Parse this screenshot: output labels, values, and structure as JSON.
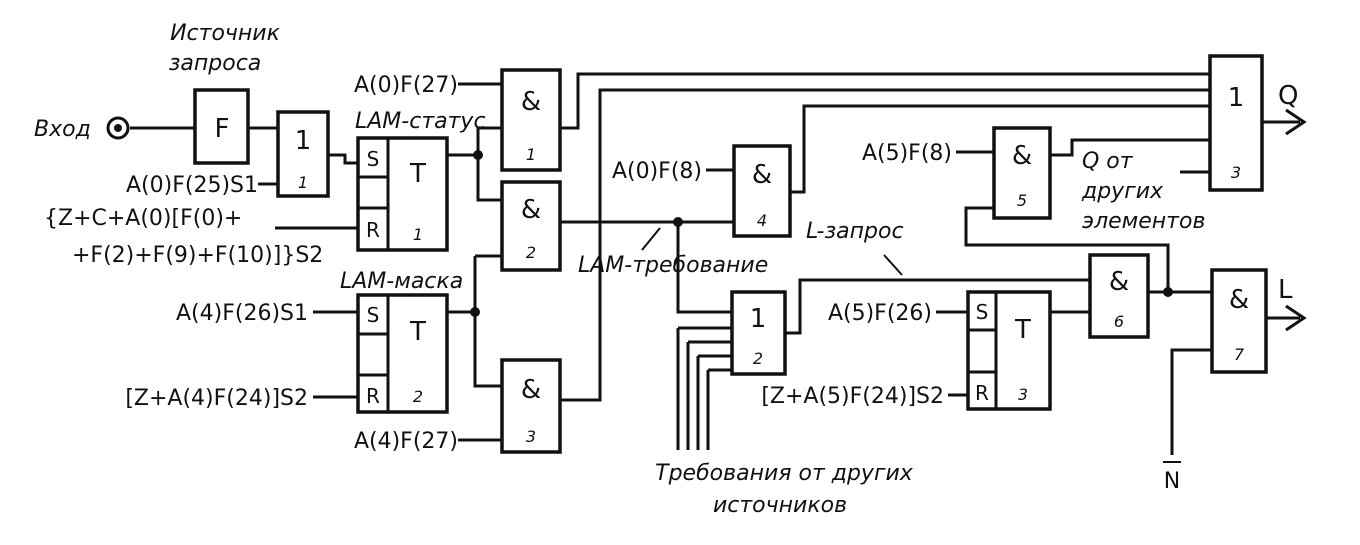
{
  "labels": {
    "source_line1": "Источник",
    "source_line2": "запроса",
    "input": "Вход",
    "a0f27": "A(0)F(27)",
    "lam_status": "LAM-статус",
    "a0f25s1": "A(0)F(25)S1",
    "clear_line1": "{Z+C+A(0)[F(0)+",
    "clear_line2": "+F(2)+F(9)+F(10)]}S2",
    "lam_mask": "LAM-маска",
    "a4f26s1": "A(4)F(26)S1",
    "z_a4f24": "[Z+A(4)F(24)]S2",
    "a4f27": "A(4)F(27)",
    "a0f8": "A(0)F(8)",
    "lam_demand": "LAM-требование",
    "a5f8": "A(5)F(8)",
    "q_from_line1": "Q от",
    "q_from_line2": "других",
    "q_from_line3": "элементов",
    "l_request": "L-запрос",
    "a5f26": "A(5)F(26)",
    "z_a5f24": "[Z+A(5)F(24)]S2",
    "demands_line1": "Требования от других",
    "demands_line2": "источников",
    "out_q": "Q",
    "out_l": "L",
    "n_bar": "N"
  },
  "blocks": {
    "f": {
      "symbol": "F"
    },
    "or1": {
      "symbol": "1",
      "index": "1"
    },
    "t1": {
      "symbol": "T",
      "index": "1",
      "s": "S",
      "r": "R"
    },
    "t2": {
      "symbol": "T",
      "index": "2",
      "s": "S",
      "r": "R"
    },
    "and1": {
      "symbol": "&",
      "index": "1"
    },
    "and2": {
      "symbol": "&",
      "index": "2"
    },
    "and3": {
      "symbol": "&",
      "index": "3"
    },
    "and4": {
      "symbol": "&",
      "index": "4"
    },
    "or2": {
      "symbol": "1",
      "index": "2"
    },
    "and5": {
      "symbol": "&",
      "index": "5"
    },
    "or3": {
      "symbol": "1",
      "index": "3"
    },
    "t3": {
      "symbol": "T",
      "index": "3",
      "s": "S",
      "r": "R"
    },
    "and6": {
      "symbol": "&",
      "index": "6"
    },
    "and7": {
      "symbol": "&",
      "index": "7"
    }
  }
}
